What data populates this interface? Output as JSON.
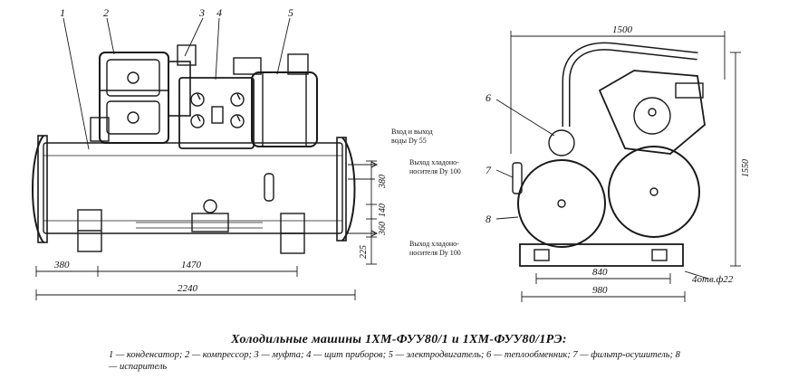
{
  "drawing": {
    "labels": {
      "left_callouts": [
        "1",
        "2",
        "3",
        "4",
        "5"
      ],
      "right_callouts": [
        "6",
        "7",
        "8"
      ]
    },
    "dimensions": {
      "left_length_1": "380",
      "left_length_2": "1470",
      "left_total": "2240",
      "v_380": "380",
      "v_140": "140",
      "v_360": "360",
      "v_225": "225",
      "right_width": "1500",
      "right_height": "1550",
      "right_840": "840",
      "right_980": "980",
      "holes": "4отв.ф22"
    },
    "pipes": {
      "water_line1": "Вход и выход",
      "water_line2": "воды Dу 55",
      "out1_line1": "Выход хладоно-",
      "out1_line2": "носителя Dу 100",
      "out2_line1": "Выход хладоно-",
      "out2_line2": "носителя Dу 100"
    }
  },
  "caption": {
    "title": "Холодильные машины 1ХМ-ФУУ80/1 и 1ХМ-ФУУ80/1РЭ:",
    "legend": "1 — конденсатор; 2 — компрессор; 3 — муфта; 4 — щит приборов; 5 — электродвигатель; 6 — теплообменник; 7 — фильтр-осушитель; 8 — испаритель"
  }
}
